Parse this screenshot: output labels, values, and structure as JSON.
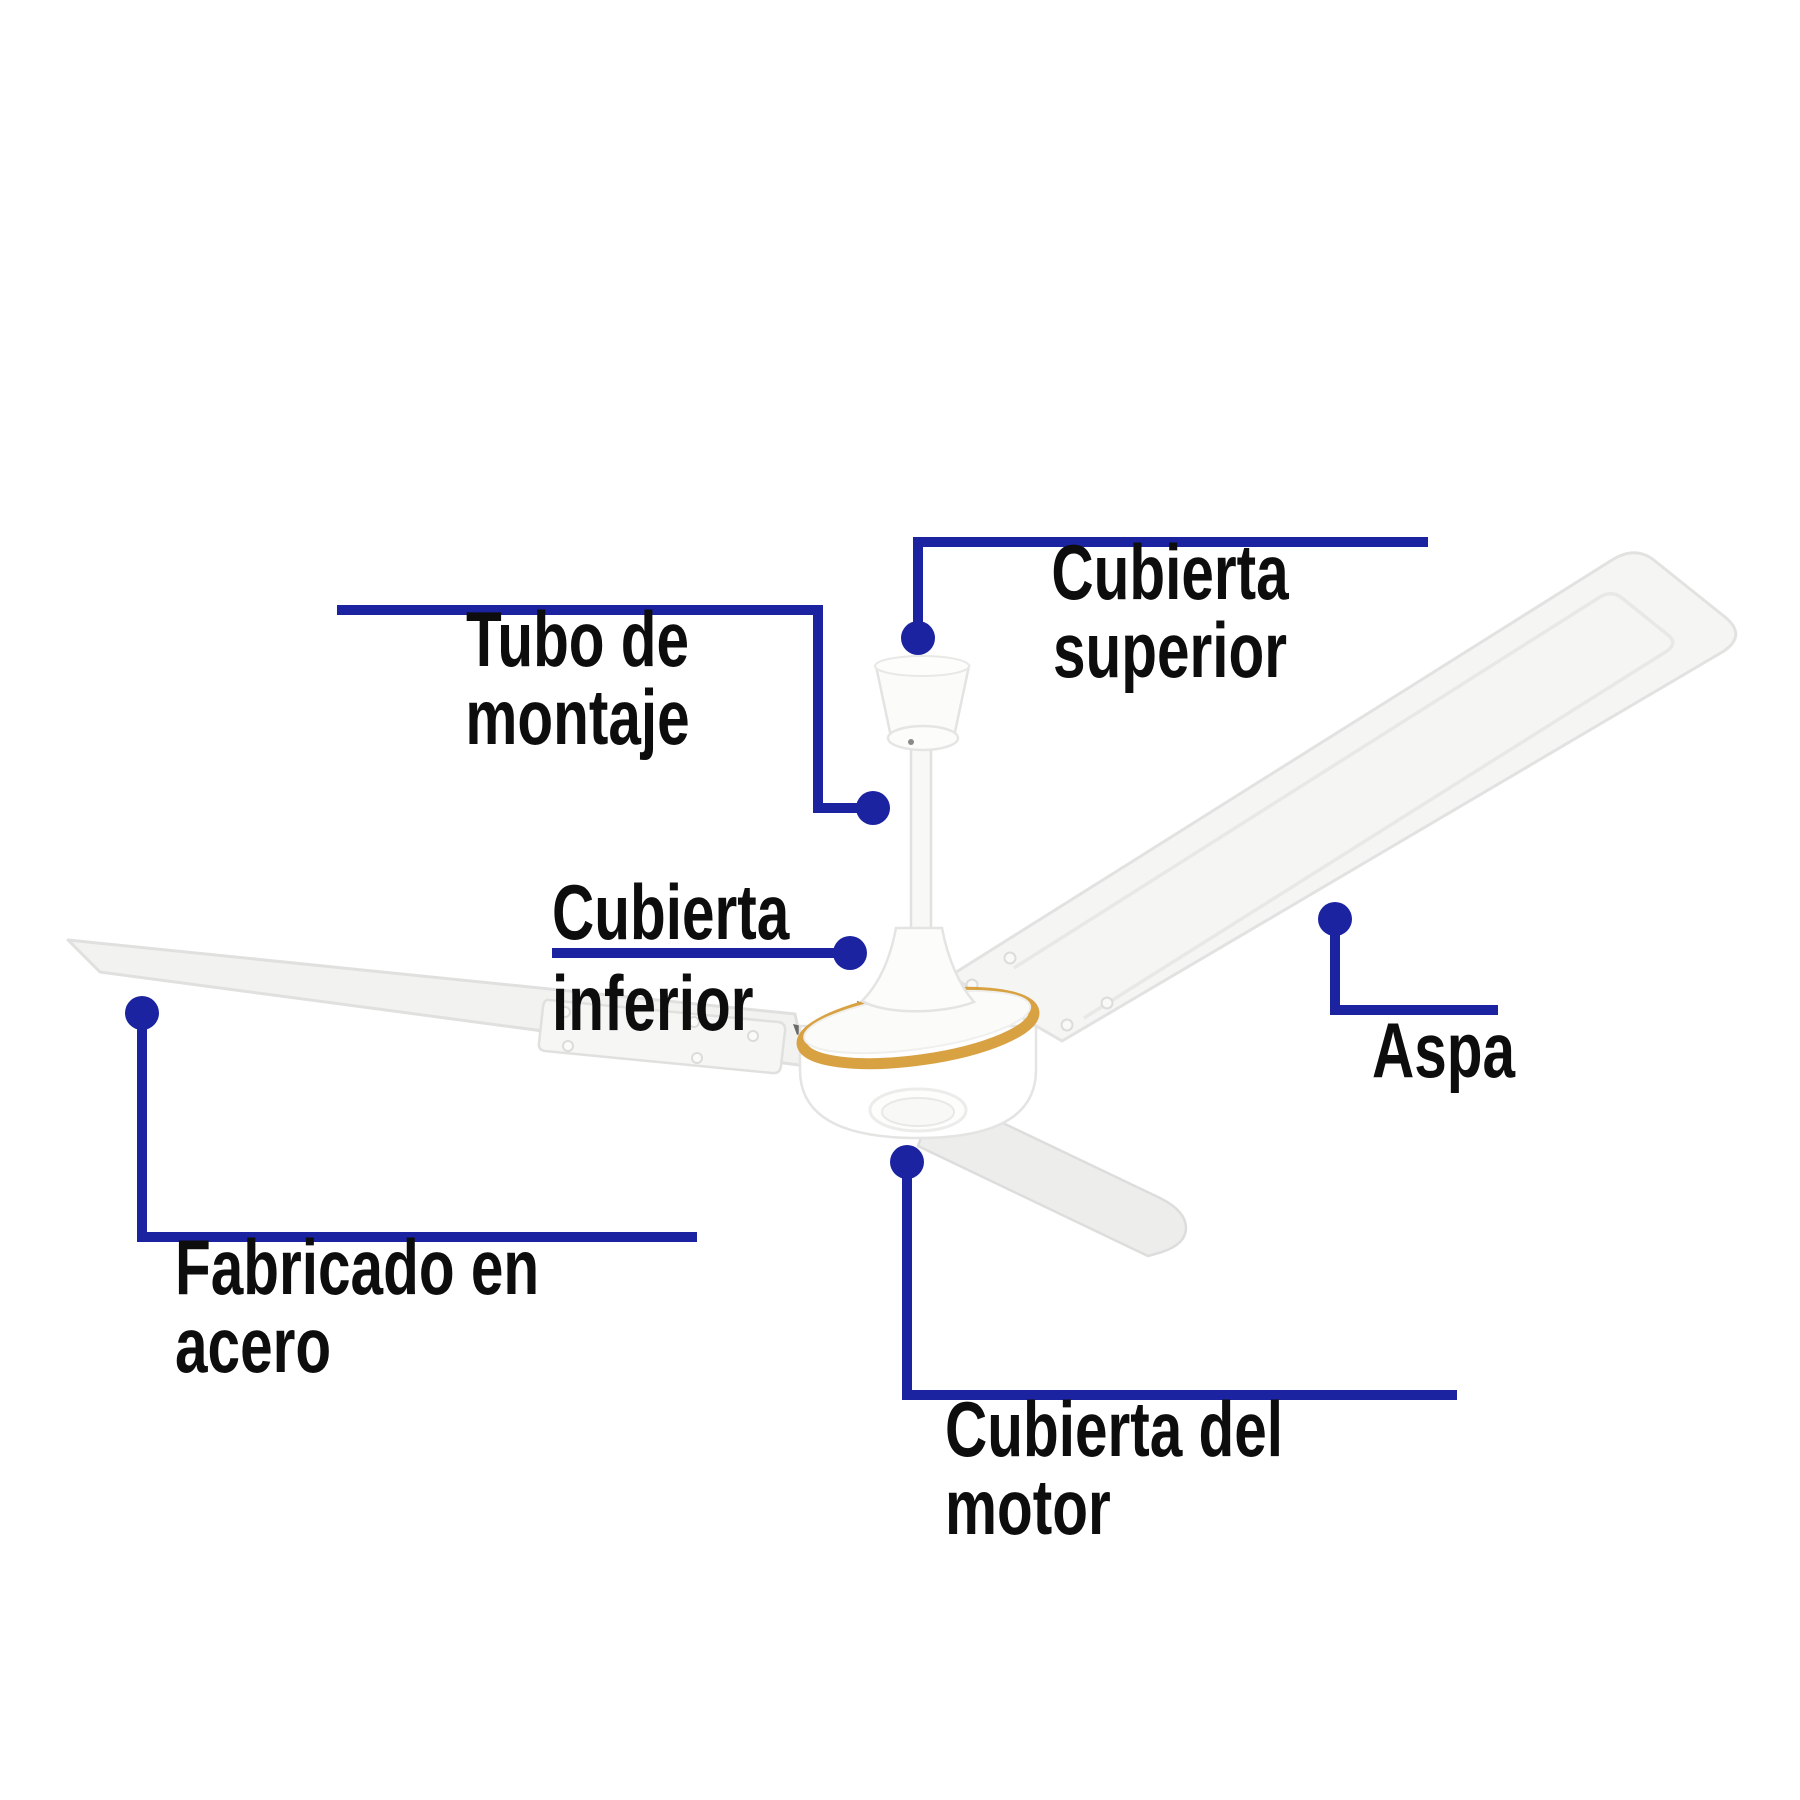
{
  "diagram": {
    "product": "ventilador de techo",
    "callouts": [
      {
        "id": "cubierta-superior",
        "label": "Cubierta superior"
      },
      {
        "id": "tubo-de-montaje",
        "label": "Tubo de montaje"
      },
      {
        "id": "cubierta-inferior",
        "label": "Cubierta\ninferior"
      },
      {
        "id": "aspa",
        "label": "Aspa"
      },
      {
        "id": "fabricado-en-acero",
        "label": "Fabricado en acero"
      },
      {
        "id": "cubierta-del-motor",
        "label": "Cubierta del motor"
      }
    ],
    "colors": {
      "leader_line": "#1b23a0",
      "text": "#0d0d0d",
      "background": "#ffffff",
      "fan_white": "#fbfbfa",
      "blade_gray": "#f2f2f1",
      "gold_ring": "#d8a243"
    }
  }
}
